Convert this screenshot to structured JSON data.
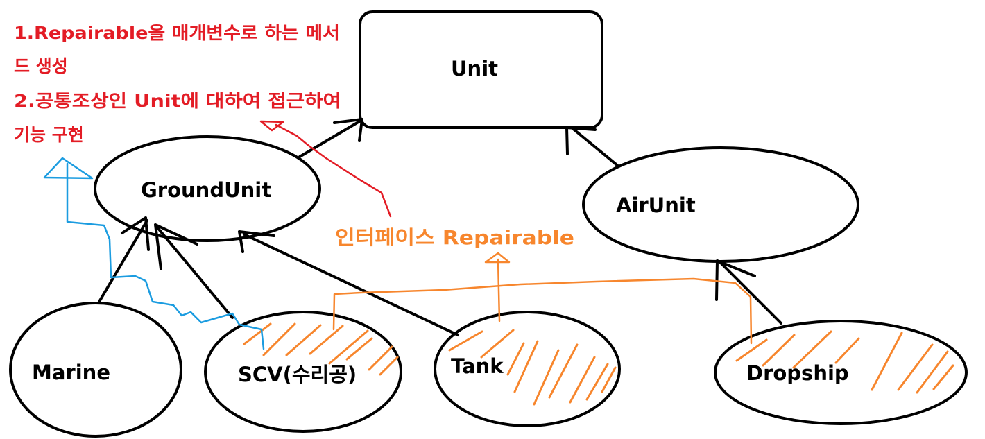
{
  "colors": {
    "ink": "#000000",
    "red": "#e31c25",
    "orange": "#f7862d",
    "blue": "#1b9ce0"
  },
  "nodes": {
    "unit": "Unit",
    "ground_unit": "GroundUnit",
    "air_unit": "AirUnit",
    "marine": "Marine",
    "scv": "SCV(수리공)",
    "tank": "Tank",
    "dropship": "Dropship"
  },
  "notes": {
    "line1": "1.Repairable을 매개변수로 하는 메서",
    "line2": "드 생성",
    "line3": "2.공통조상인 Unit에 대하여 접근하여",
    "line4": "기능 구현"
  },
  "interface_label": "인터페이스 Repairable"
}
